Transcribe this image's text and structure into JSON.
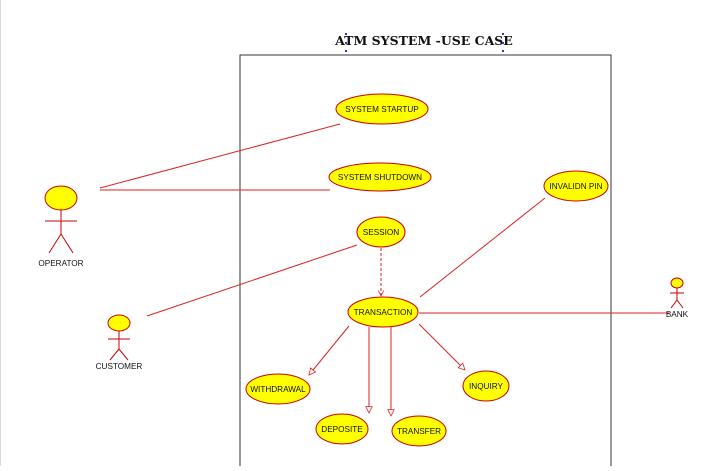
{
  "diagram": {
    "title": "ATM SYSTEM -USE CASE",
    "colors": {
      "usecase_fill": "#ffff00",
      "usecase_stroke": "#cc0000",
      "line": "#dd2222",
      "boundary": "#333333"
    },
    "actors": {
      "operator": "OPERATOR",
      "customer": "CUSTOMER",
      "bank": "BANK"
    },
    "use_cases": {
      "system_startup": "SYSTEM STARTUP",
      "system_shutdown": "SYSTEM SHUTDOWN",
      "session": "SESSION",
      "transaction": "TRANSACTION",
      "invalid_pin": "INVALIDN PIN",
      "withdrawal": "WITHDRAWAL",
      "deposite": "DEPOSITE",
      "transfer": "TRANSFER",
      "inquiry": "INQUIRY"
    }
  }
}
